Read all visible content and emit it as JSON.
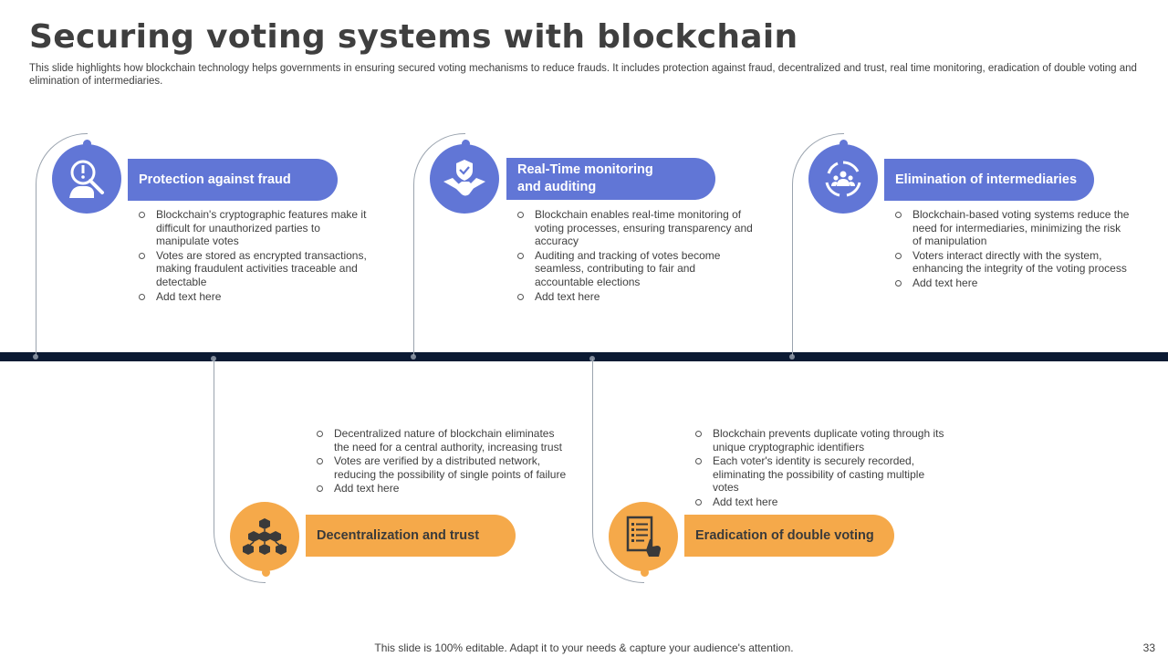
{
  "title": "Securing voting systems with blockchain",
  "subtitle": "This slide highlights how blockchain technology helps governments in ensuring secured voting mechanisms to reduce frauds. It includes protection against fraud, decentralized and trust, real time monitoring, eradication of double voting and elimination of intermediaries.",
  "colors": {
    "blue": "#6176d6",
    "orange": "#f5a94a",
    "timeline": "#0b1a33"
  },
  "cards": [
    {
      "heading": "Protection against fraud",
      "icon": "fraud-detective-icon",
      "color": "blue",
      "bullets": [
        "Blockchain's cryptographic features make it difficult for unauthorized parties to manipulate votes",
        "Votes are stored as encrypted transactions, making fraudulent activities traceable and detectable",
        "Add text here"
      ]
    },
    {
      "heading_line1": "Real-Time monitoring",
      "heading_line2": "and auditing",
      "icon": "handshake-shield-icon",
      "color": "blue",
      "bullets": [
        "Blockchain enables real-time monitoring of voting processes, ensuring transparency and accuracy",
        "Auditing and tracking of votes become seamless, contributing to fair and accountable elections",
        "Add text here"
      ]
    },
    {
      "heading": "Elimination of intermediaries",
      "icon": "people-cycle-icon",
      "color": "blue",
      "bullets": [
        "Blockchain-based voting systems reduce the need for intermediaries, minimizing the risk of manipulation",
        "Voters interact directly with the system, enhancing the integrity of the voting process",
        "Add text here"
      ]
    },
    {
      "heading": "Decentralization and trust",
      "icon": "blockchain-network-icon",
      "color": "orange",
      "bullets": [
        "Decentralized nature of blockchain eliminates the need for a central authority, increasing trust",
        "Votes are verified by a distributed network, reducing the possibility of single points of failure",
        "Add text here"
      ]
    },
    {
      "heading": "Eradication of double voting",
      "icon": "ballot-list-icon",
      "color": "orange",
      "bullets": [
        "Blockchain prevents duplicate voting through its unique cryptographic identifiers",
        "Each voter's identity is securely recorded, eliminating the possibility of casting multiple votes",
        "Add text here"
      ]
    }
  ],
  "footer": "This slide is 100% editable. Adapt it to your needs & capture your audience's attention.",
  "page_number": "33"
}
